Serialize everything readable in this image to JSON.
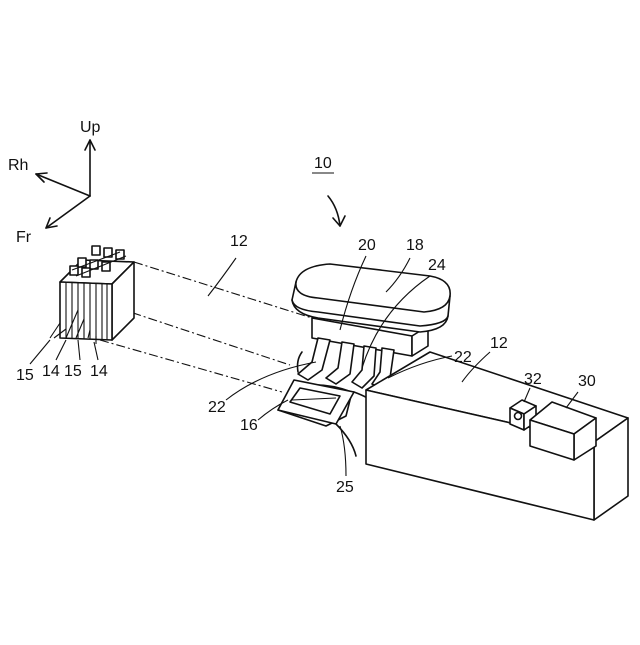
{
  "axes": {
    "up": "Up",
    "right_hand": "Rh",
    "front": "Fr"
  },
  "labels": {
    "device": "10",
    "stack_left": "12",
    "stack_right": "12",
    "n15a": "15",
    "n14a": "14",
    "n15b": "15",
    "n14b": "14",
    "n16": "16",
    "n18": "18",
    "n20": "20",
    "n22_left": "22",
    "n22_right": "22",
    "n24": "24",
    "n25": "25",
    "n30": "30",
    "n32": "32"
  }
}
